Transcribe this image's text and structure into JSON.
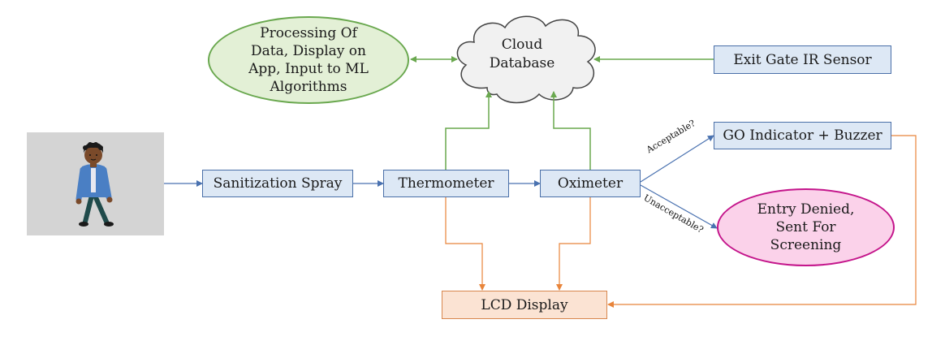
{
  "nodes": {
    "processing": "Processing Of\nData, Display on\nApp, Input to ML\nAlgorithms",
    "cloud": "Cloud\nDatabase",
    "exit_gate": "Exit Gate IR Sensor",
    "sanitization": "Sanitization Spray",
    "thermometer": "Thermometer",
    "oximeter": "Oximeter",
    "go_indicator": "GO Indicator + Buzzer",
    "entry_denied": "Entry Denied,\nSent For\nScreening",
    "lcd": "LCD Display"
  },
  "edge_labels": {
    "acceptable": "Acceptable?",
    "unacceptable": "Unacceptable?"
  },
  "colors": {
    "blue_line": "#4a72b0",
    "green_line": "#6aa84f",
    "orange_line": "#e8843a",
    "pink_border": "#c4158b"
  },
  "icons": {
    "person": "walking-person-illustration"
  }
}
